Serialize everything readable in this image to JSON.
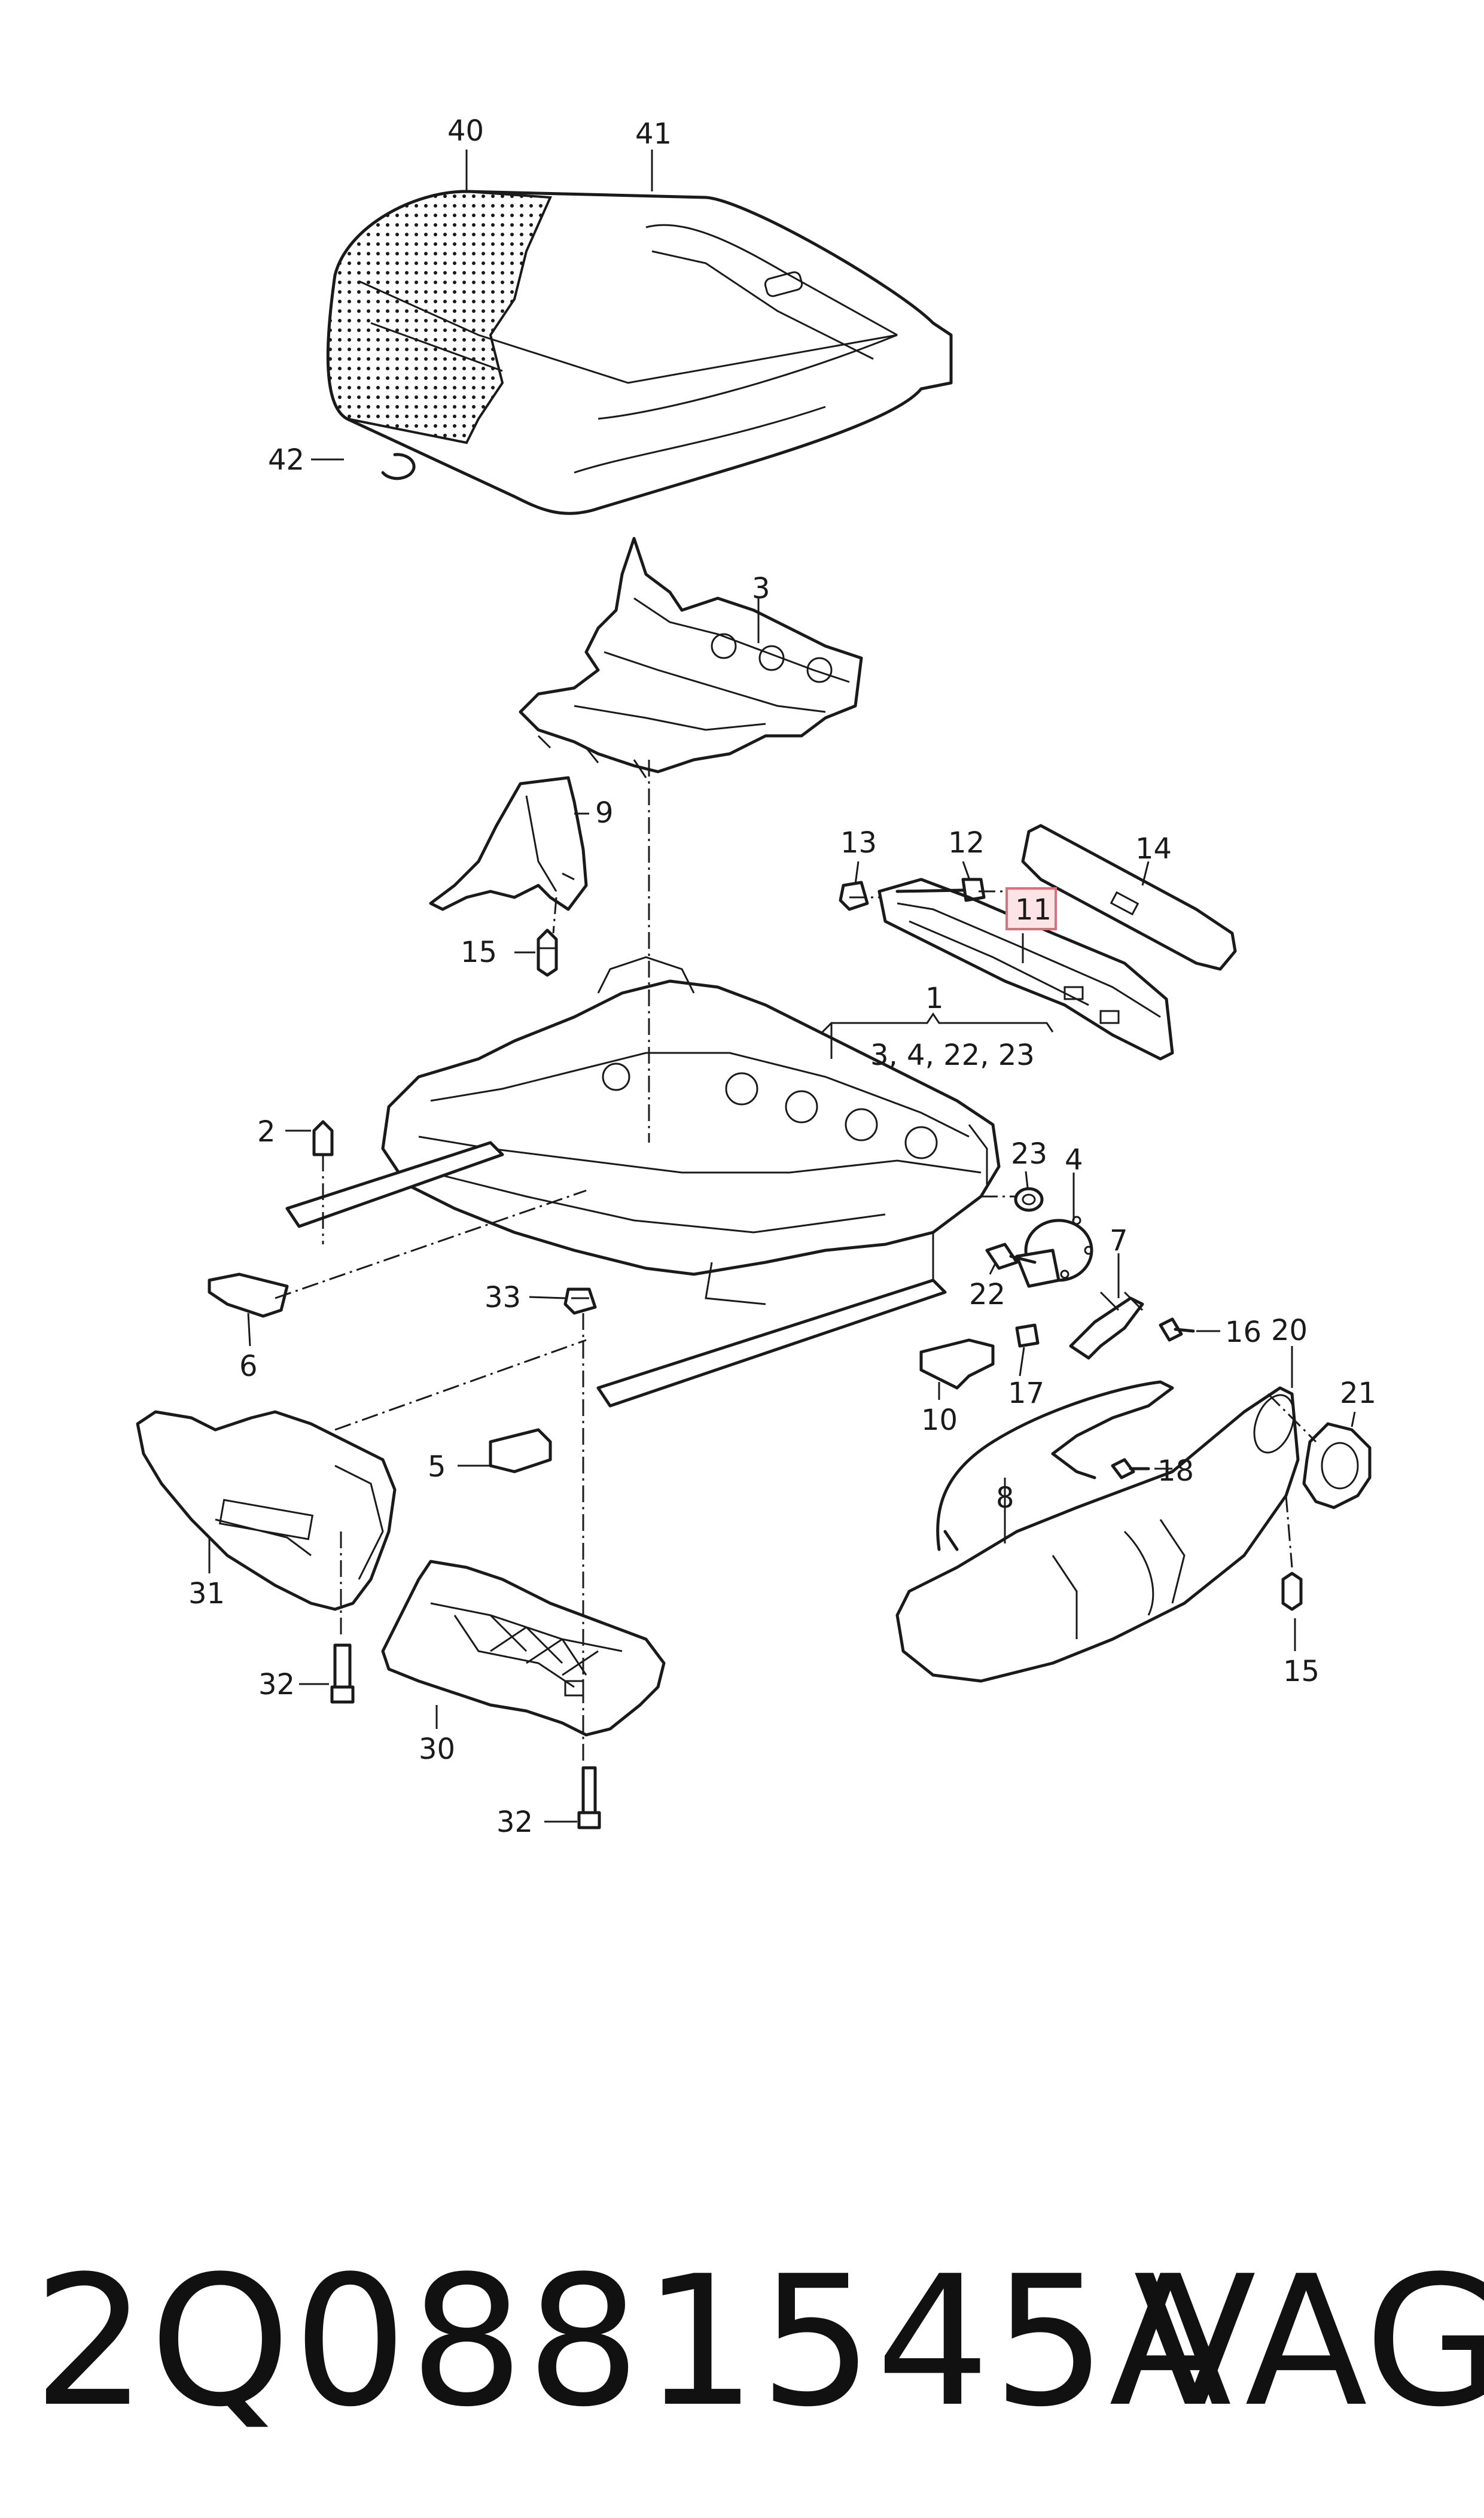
{
  "callouts": {
    "c40": "40",
    "c41": "41",
    "c42": "42",
    "c3": "3",
    "c9": "9",
    "c15a": "15",
    "c13": "13",
    "c12": "12",
    "c14": "14",
    "c11": "11",
    "c1": "1",
    "c1sub": "3, 4, 22, 23",
    "c2": "2",
    "c23": "23",
    "c4": "4",
    "c7": "7",
    "c22": "22",
    "c16": "16",
    "c33": "33",
    "c6": "6",
    "c10": "10",
    "c17": "17",
    "c20": "20",
    "c21": "21",
    "c18": "18",
    "c5": "5",
    "c8": "8",
    "c31": "31",
    "c15b": "15",
    "c32a": "32",
    "c30": "30",
    "c32b": "32"
  },
  "highlight": {
    "label": "11",
    "color": "#fbe3e6",
    "border": "#d9707a"
  },
  "footer": {
    "part_number": "2Q0881545A",
    "brand": "VAG"
  }
}
